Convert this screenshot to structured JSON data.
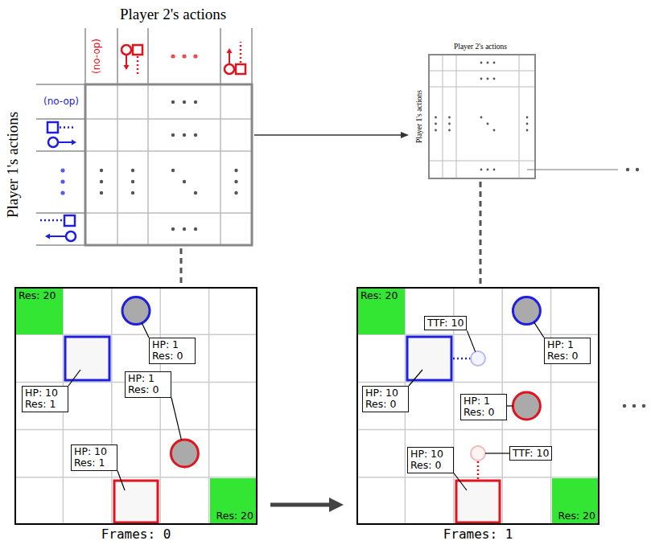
{
  "diagram": {
    "nodes": [
      {
        "text": [
          "Player 2's actions",
          "Player 1's actions"
        ]
      },
      {
        "text": [
          "Player 2's actions",
          "Player 1's actions"
        ]
      },
      {
        "text": [
          "Frames: 0"
        ]
      },
      {
        "text": [
          "Res: 20"
        ],
        "in": 2
      },
      {
        "text": [
          "HP: 1 Res: 0"
        ],
        "in": 2
      },
      {
        "text": [
          "HP: 10 Res: 1"
        ],
        "in": 2
      },
      {
        "text": [
          "HP: 1 Res: 0"
        ],
        "in": 2
      },
      {
        "text": [
          "HP: 10 Res: 1"
        ],
        "in": 2
      },
      {
        "text": [
          "Res: 20"
        ],
        "in": 2
      },
      {
        "text": [
          "Frames: 1"
        ]
      },
      {
        "text": [
          "Res: 20"
        ],
        "in": 9
      },
      {
        "text": [
          "TTF: 10"
        ],
        "in": 9
      },
      {
        "text": [
          "HP: 1 Res: 0"
        ],
        "in": 9
      },
      {
        "text": [
          "HP: 10 Res: 0"
        ],
        "in": 9
      },
      {
        "text": [
          "HP: 1 Res: 0"
        ],
        "in": 9
      },
      {
        "text": [
          "TTF: 10"
        ],
        "in": 9
      },
      {
        "text": [
          "HP: 10 Res: 0"
        ],
        "in": 9
      },
      {
        "text": [
          "Res: 20"
        ],
        "in": 9
      }
    ],
    "edges": [
      {
        "from": 0,
        "to": 1,
        "arrow": "to"
      },
      {
        "from": 0,
        "to": 2,
        "arrow": "none"
      },
      {
        "from": 1,
        "to": 9,
        "arrow": "none"
      },
      {
        "from": 2,
        "to": 9,
        "arrow": "to"
      }
    ],
    "labels": [
      "(no-op)",
      "(no-op)"
    ]
  }
}
